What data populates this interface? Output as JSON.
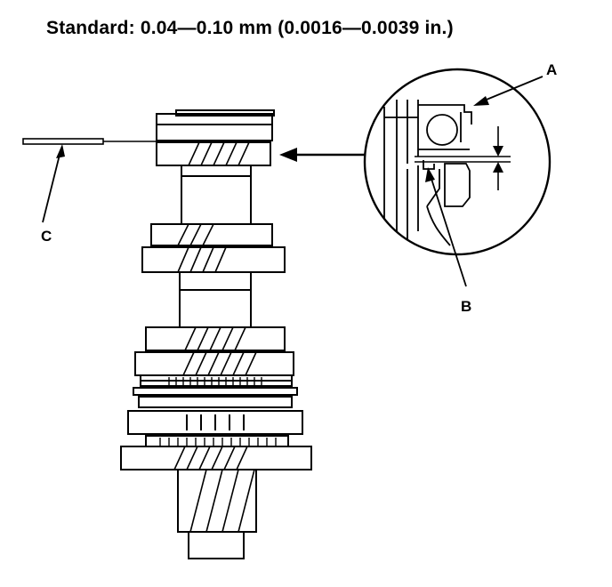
{
  "header": {
    "standard_spec": "Standard: 0.04—0.10 mm (0.0016—0.0039 in.)"
  },
  "callouts": {
    "a": "A",
    "b": "B",
    "c": "C"
  },
  "colors": {
    "ink": "#000000",
    "paper": "#ffffff"
  }
}
